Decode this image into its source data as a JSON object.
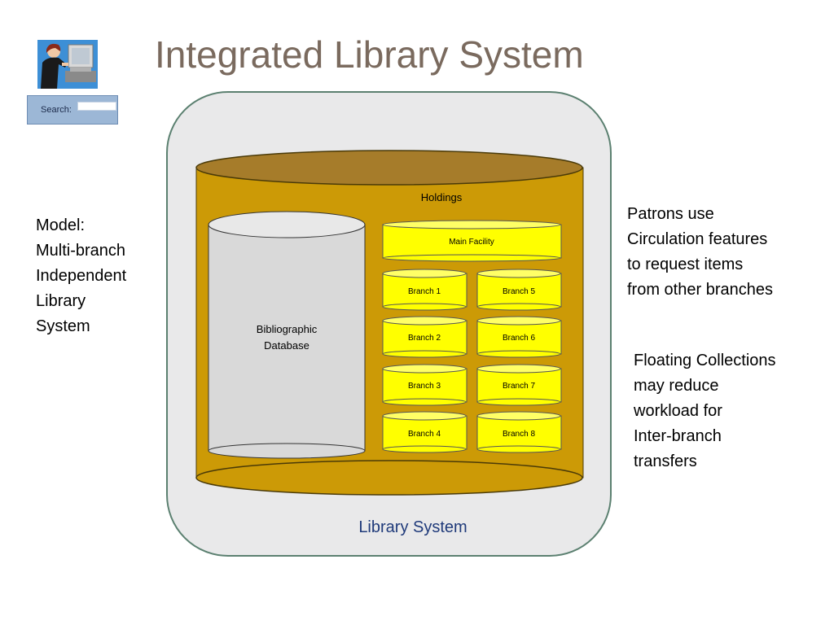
{
  "title": "Integrated Library System",
  "search": {
    "label": "Search:"
  },
  "left_note": {
    "lines": [
      "Model:",
      "Multi-branch",
      "Independent",
      "Library",
      "System"
    ]
  },
  "right_notes": {
    "patrons": [
      "Patrons use",
      "Circulation features",
      "to request items",
      "from other branches"
    ],
    "floating": [
      "Floating Collections",
      "may reduce",
      "workload for",
      "Inter-branch",
      "transfers"
    ]
  },
  "diagram": {
    "outer_label": "Library System",
    "holdings_label": "Holdings",
    "bibliographic_lines": [
      "Bibliographic",
      "Database"
    ],
    "main_facility": "Main Facility",
    "branches_left": [
      "Branch 1",
      "Branch 2",
      "Branch 3",
      "Branch 4"
    ],
    "branches_right": [
      "Branch 5",
      "Branch 6",
      "Branch 7",
      "Branch 8"
    ]
  },
  "colors": {
    "outer_fill": "#e9e9ea",
    "outer_stroke": "#5b8070",
    "holdings_fill": "#cc9a06",
    "holdings_top": "#a67c2a",
    "db_fill": "#d9d9d9",
    "branch_fill": "#ffff00",
    "label_blue": "#1f3a7a"
  }
}
